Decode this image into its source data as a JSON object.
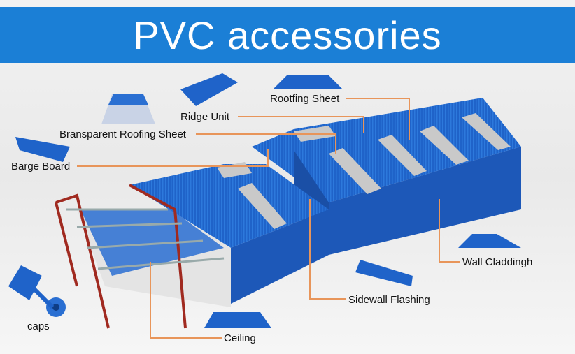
{
  "title": "PVC accessories",
  "labels": {
    "rooftop_sheet": "Rootfing Sheet",
    "ridge_unit": "Ridge Unit",
    "transparent_sheet": "Bransparent Roofing Sheet",
    "barge_board": "Barge Board",
    "wall_cladding": "Wall Claddingh",
    "sidewall_flashing": "Sidewall Flashing",
    "caps": "caps",
    "ceiling": "Ceiling"
  },
  "colors": {
    "banner": "#1b7fd6",
    "roof": "#1f63c9",
    "leader": "#e8955a",
    "skylight": "#c9c9c9"
  }
}
